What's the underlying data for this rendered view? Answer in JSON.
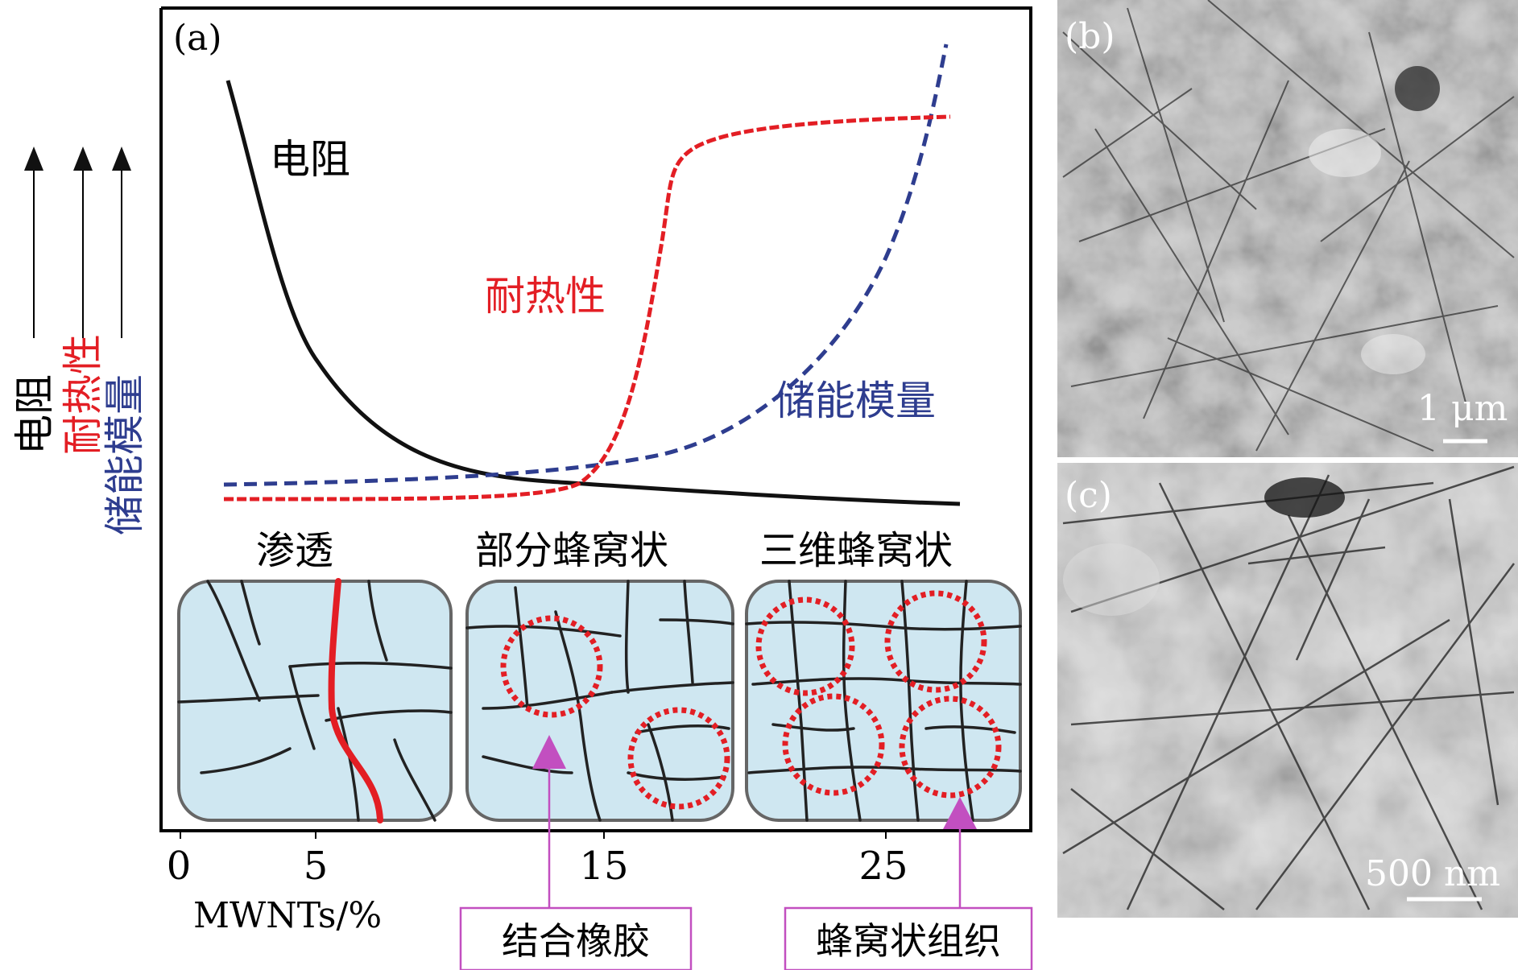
{
  "panel_a": {
    "label": "(a)",
    "curve_labels": {
      "resistance": "电阻",
      "heat_resistance": "耐热性",
      "storage_modulus": "储能模量"
    },
    "y_axis_labels": [
      {
        "text": "电阻",
        "color": "#000000"
      },
      {
        "text": "耐热性",
        "color": "#e31e24"
      },
      {
        "text": "储能模量",
        "color": "#2e3d8f"
      }
    ],
    "stage_labels": [
      "渗透",
      "部分蜂窝状",
      "三维蜂窝状"
    ],
    "x_ticks": [
      "0",
      "5",
      "15",
      "25"
    ],
    "x_label": "MWNTs/%",
    "callouts": {
      "bound_rubber": "结合橡胶",
      "honeycomb": "蜂窝状组织"
    }
  },
  "panel_b": {
    "label": "(b)",
    "scale": "1 μm"
  },
  "panel_c": {
    "label": "(c)",
    "scale": "500 nm"
  },
  "colors": {
    "resistance": "#111111",
    "heat_resistance": "#e31e24",
    "storage_modulus": "#2e3d8f",
    "box_fill": "#cfe7f1",
    "arrow_magenta": "#c24fc0"
  }
}
